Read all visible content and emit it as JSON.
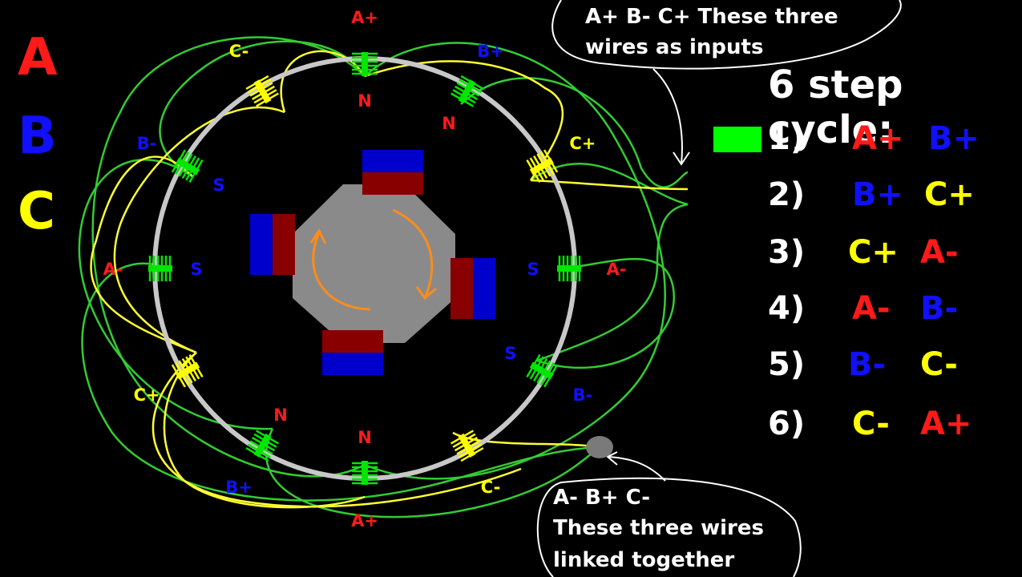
{
  "legend": [
    {
      "label": "A",
      "color": "#ff1a1a"
    },
    {
      "label": "B",
      "color": "#1010ff"
    },
    {
      "label": "C",
      "color": "#ffff00"
    }
  ],
  "colors": {
    "A": "#ff1a1a",
    "B": "#1010ff",
    "C": "#ffff00",
    "white": "#ffffff",
    "wire_green": "#33cc33",
    "coil_green": "#00e600",
    "coil_yellow": "#ffff00",
    "stator": "#c8c8c8",
    "rotor": "#8a8a8a",
    "magnet_red": "#880000",
    "magnet_blue": "#0000cc",
    "arrow_orange": "#ff8c1a",
    "indicator": "#00ff00"
  },
  "coils": [
    {
      "label": "A+",
      "phase": "A",
      "pole": "N"
    },
    {
      "label": "B+",
      "phase": "B",
      "pole": "N"
    },
    {
      "label": "C+",
      "phase": "C",
      "pole": ""
    },
    {
      "label": "A-",
      "phase": "A",
      "pole": "S"
    },
    {
      "label": "B-",
      "phase": "B",
      "pole": "S"
    },
    {
      "label": "C-",
      "phase": "C",
      "pole": ""
    },
    {
      "label": "A+",
      "phase": "A",
      "pole": "N"
    },
    {
      "label": "B+",
      "phase": "B",
      "pole": "N"
    },
    {
      "label": "C+",
      "phase": "C",
      "pole": ""
    },
    {
      "label": "A-",
      "phase": "A",
      "pole": "S"
    },
    {
      "label": "B-",
      "phase": "B",
      "pole": "S"
    },
    {
      "label": "C-",
      "phase": "C",
      "pole": ""
    }
  ],
  "steps_title": "6 step cycle:",
  "steps": [
    {
      "num": "1)",
      "a": "A+",
      "b": "B+"
    },
    {
      "num": "2)",
      "a": "B+",
      "b": "C+"
    },
    {
      "num": "3)",
      "a": "C+",
      "b": "A-"
    },
    {
      "num": "4)",
      "a": "A-",
      "b": "B-"
    },
    {
      "num": "5)",
      "a": "B-",
      "b": "C-"
    },
    {
      "num": "6)",
      "a": "C-",
      "b": "A+"
    }
  ],
  "active_step": 1,
  "callout_inputs": {
    "line1": "A+  B-  C+    These three",
    "line2": "wires as inputs"
  },
  "callout_linked": {
    "line1": "A-   B+   C-",
    "line2": "These three wires",
    "line3": "linked together"
  }
}
